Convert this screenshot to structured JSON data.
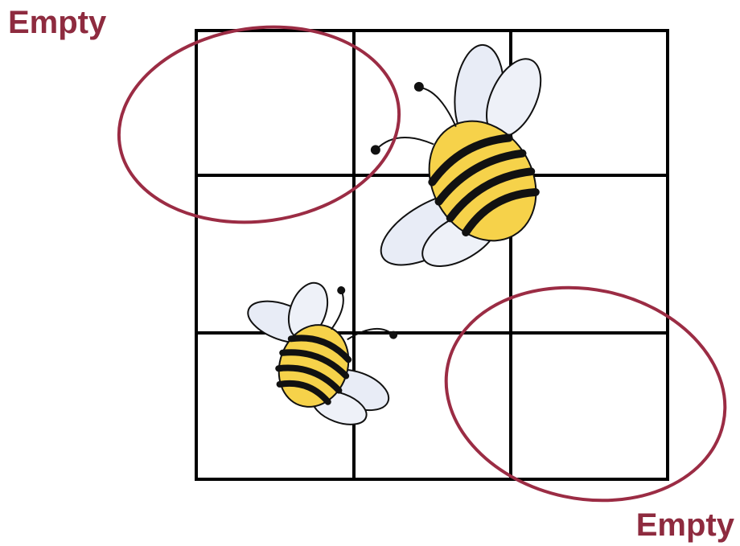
{
  "labels": {
    "top_left": "Empty",
    "bottom_right": "Empty"
  },
  "grid": {
    "rows": 3,
    "cols": 3,
    "empty_cells": [
      "row1-col1",
      "row3-col3"
    ]
  },
  "colors": {
    "label": "#8e2b3f",
    "circle": "#9b2c44",
    "grid_line": "#000000",
    "bee_body": "#f6d24a",
    "bee_stripe": "#111111",
    "bee_wing": "#e8ecf6"
  },
  "icons": [
    "bee-icon",
    "bee-icon"
  ]
}
